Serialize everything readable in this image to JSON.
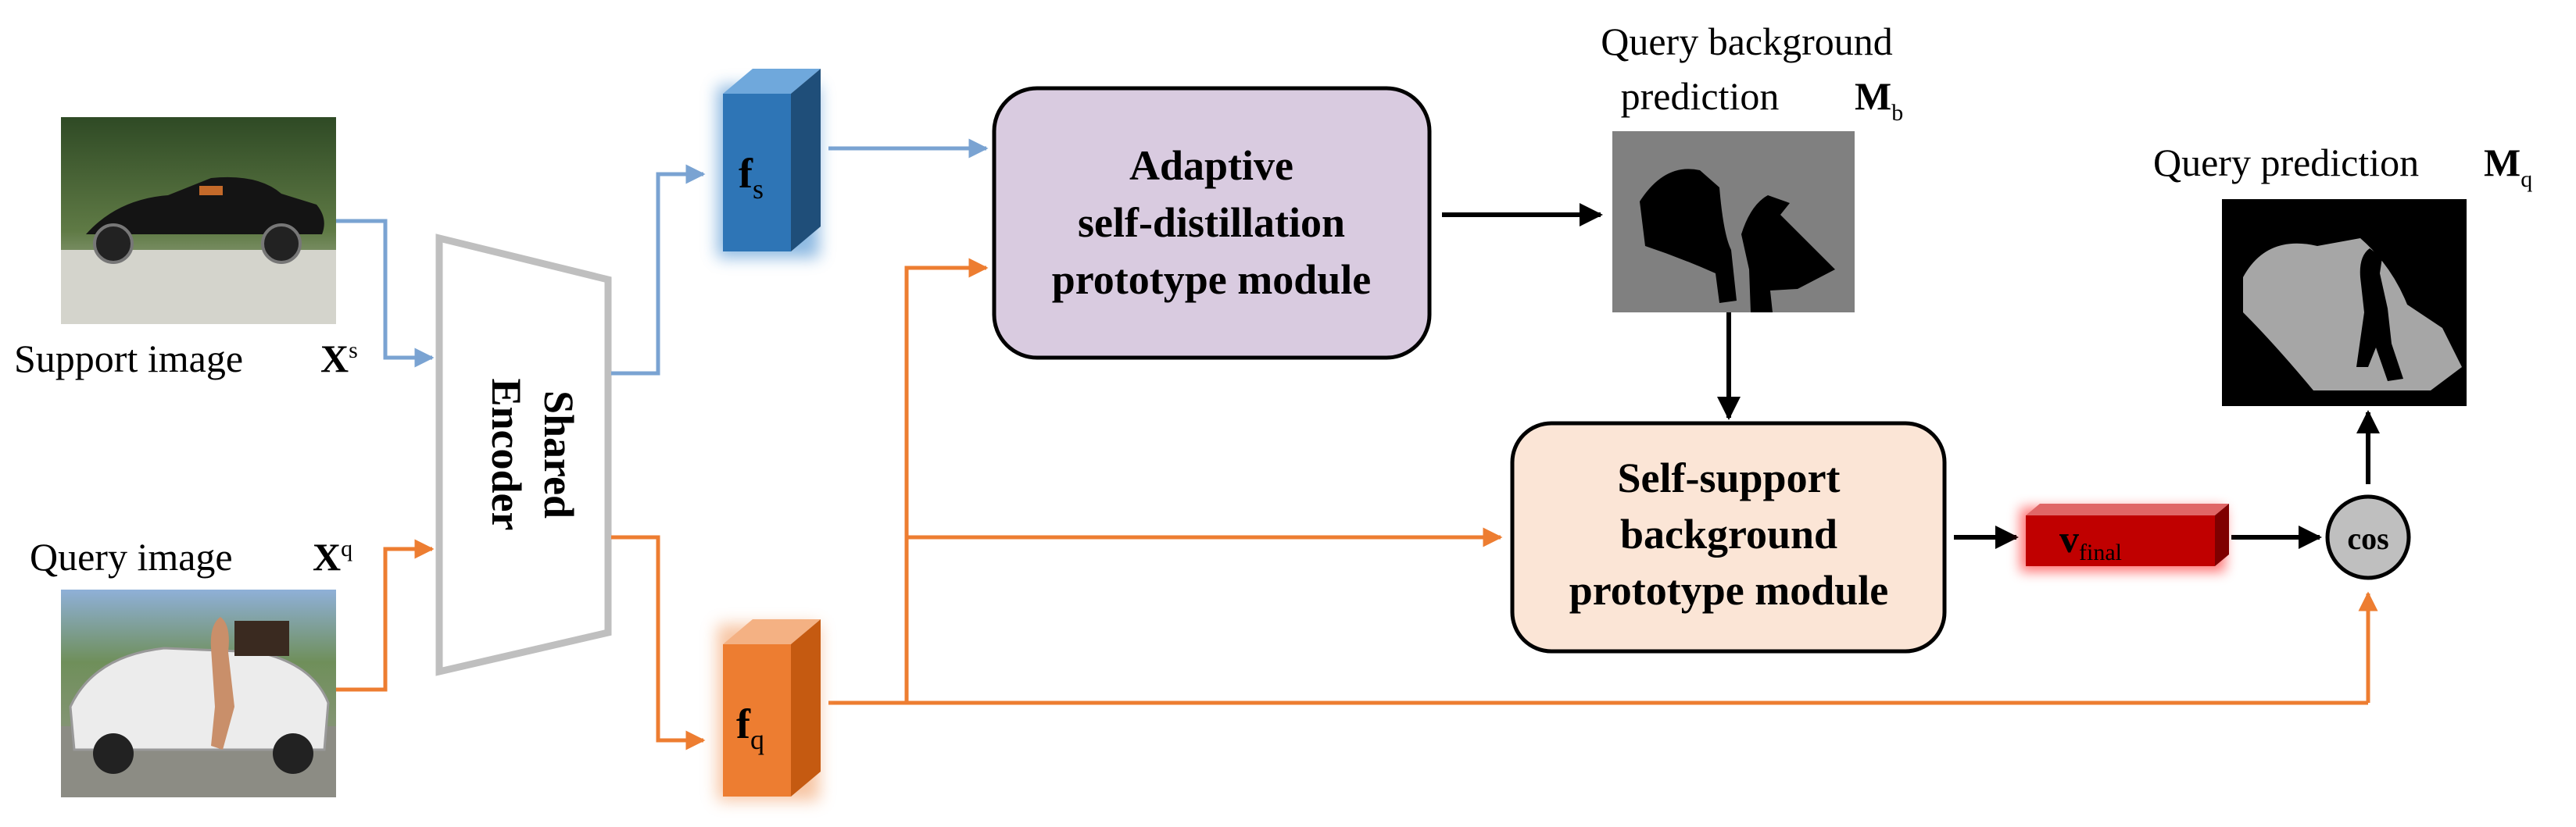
{
  "labels": {
    "support_image": "Support image",
    "support_symbol": "X",
    "support_sup": "s",
    "query_image": "Query image",
    "query_symbol": "X",
    "query_sup": "q",
    "bg_pred_line1": "Query background",
    "bg_pred_line2": "prediction",
    "bg_symbol": "M",
    "bg_sub": "b",
    "q_pred": "Query prediction",
    "q_symbol": "M",
    "q_sub": "q"
  },
  "encoder": {
    "line1": "Shared",
    "line2": "Encoder"
  },
  "features": {
    "fs_symbol": "f",
    "fs_sub": "s",
    "fq_symbol": "f",
    "fq_sub": "q",
    "vfinal_symbol": "v",
    "vfinal_sub": "final"
  },
  "modules": {
    "adaptive": {
      "line1": "Adaptive",
      "line2": "self-distillation",
      "line3": "prototype module"
    },
    "selfsupport": {
      "line1": "Self-support",
      "line2": "background",
      "line3": "prototype module"
    }
  },
  "cos_label": "cos",
  "colors": {
    "support_arrow": "#7aa3d2",
    "query_arrow": "#ed7d31",
    "black_arrow": "#000000",
    "fs_block": "#2e75b6",
    "fq_block": "#ed7d31",
    "adaptive_fill": "#d9cbe0",
    "selfsupport_fill": "#fbe5d6",
    "vfinal_block": "#c00000",
    "encoder_stroke": "#bfbfbf"
  }
}
